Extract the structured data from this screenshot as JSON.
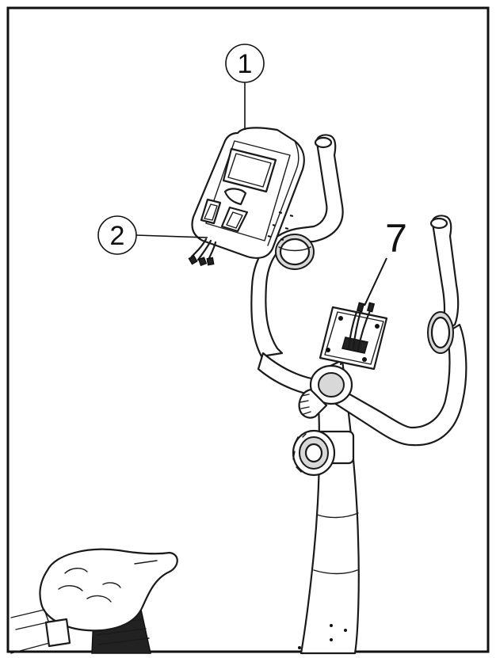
{
  "callouts": [
    {
      "id": "c1",
      "label": "1"
    },
    {
      "id": "c2",
      "label": "2"
    },
    {
      "id": "c7",
      "label": "7"
    }
  ],
  "parts": {
    "console": "console",
    "console_screen": "lcd-screen",
    "cables": "console-cables",
    "handlebar": "handlebar",
    "mounting_plate": "mounting-plate",
    "seat": "seat",
    "tension_knob": "tension-knob",
    "frame_post": "frame-post"
  }
}
